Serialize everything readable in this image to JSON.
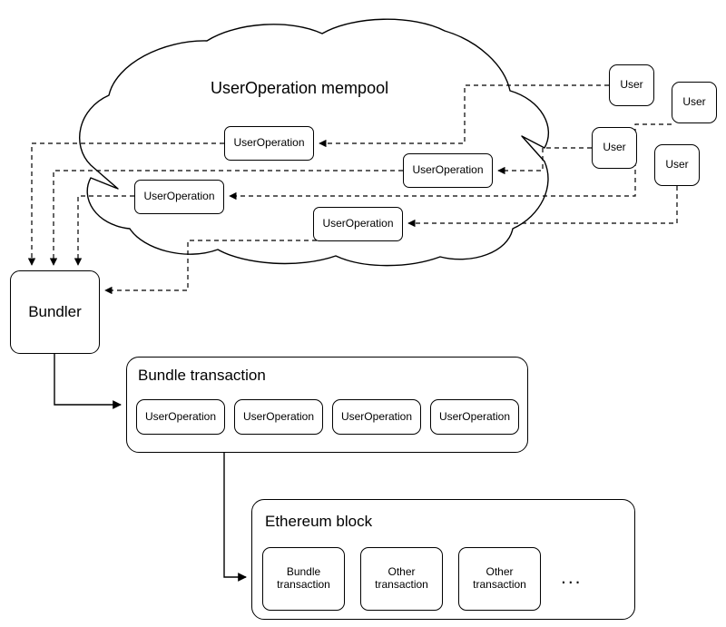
{
  "diagram": {
    "title": "UserOperation mempool",
    "background": "#ffffff",
    "line_color": "#000000"
  },
  "cloud": {
    "label": "UserOperation mempool",
    "userops": [
      {
        "label": "UserOperation"
      },
      {
        "label": "UserOperation"
      },
      {
        "label": "UserOperation"
      },
      {
        "label": "UserOperation"
      }
    ]
  },
  "users": [
    {
      "label": "User"
    },
    {
      "label": "User"
    },
    {
      "label": "User"
    },
    {
      "label": "User"
    }
  ],
  "bundler": {
    "label": "Bundler"
  },
  "bundle_transaction": {
    "title": "Bundle transaction",
    "userops": [
      {
        "label": "UserOperation"
      },
      {
        "label": "UserOperation"
      },
      {
        "label": "UserOperation"
      },
      {
        "label": "UserOperation"
      }
    ]
  },
  "ethereum_block": {
    "title": "Ethereum block",
    "transactions": [
      {
        "line1": "Bundle",
        "line2": "transaction"
      },
      {
        "line1": "Other",
        "line2": "transaction"
      },
      {
        "line1": "Other",
        "line2": "transaction"
      }
    ],
    "more_indicator": "..."
  }
}
